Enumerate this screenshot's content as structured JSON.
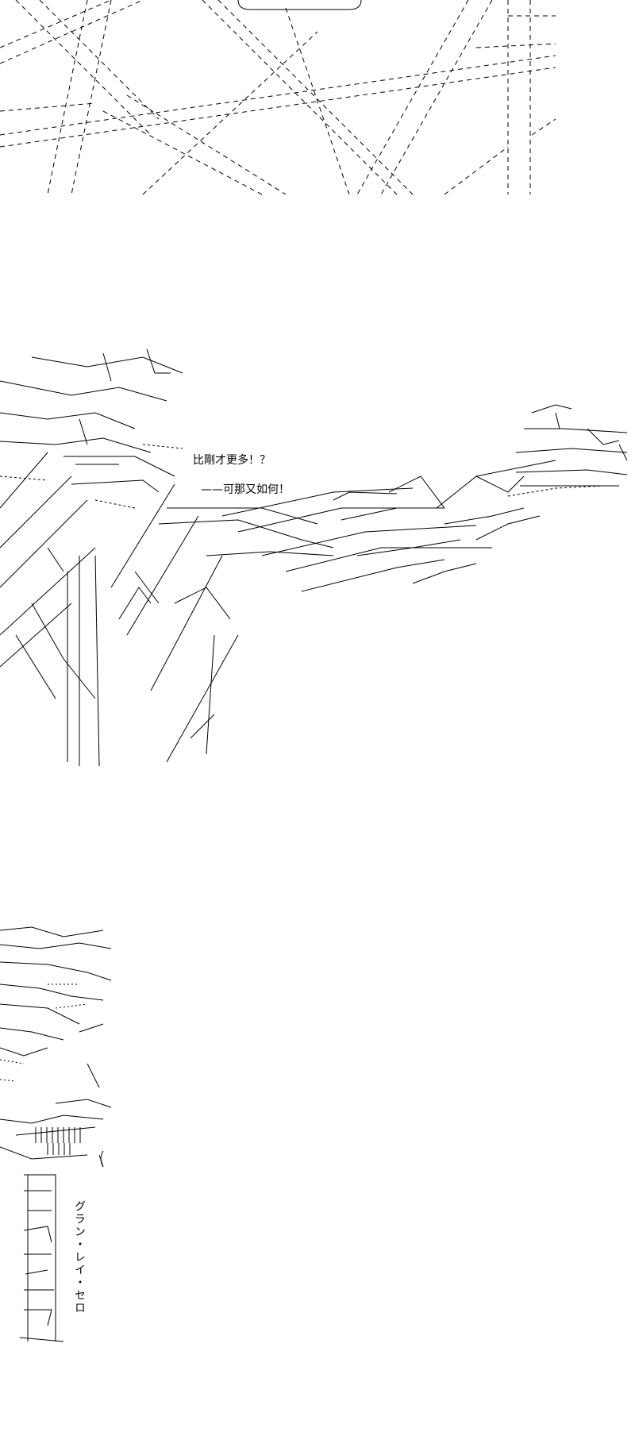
{
  "dialogue": {
    "line1": "比剛才更多！？",
    "line2": "——可那又如何！"
  },
  "attack_name": "グラン・レイ・セロ",
  "palette": {
    "background": "#ffffff",
    "ink": "#000000"
  }
}
